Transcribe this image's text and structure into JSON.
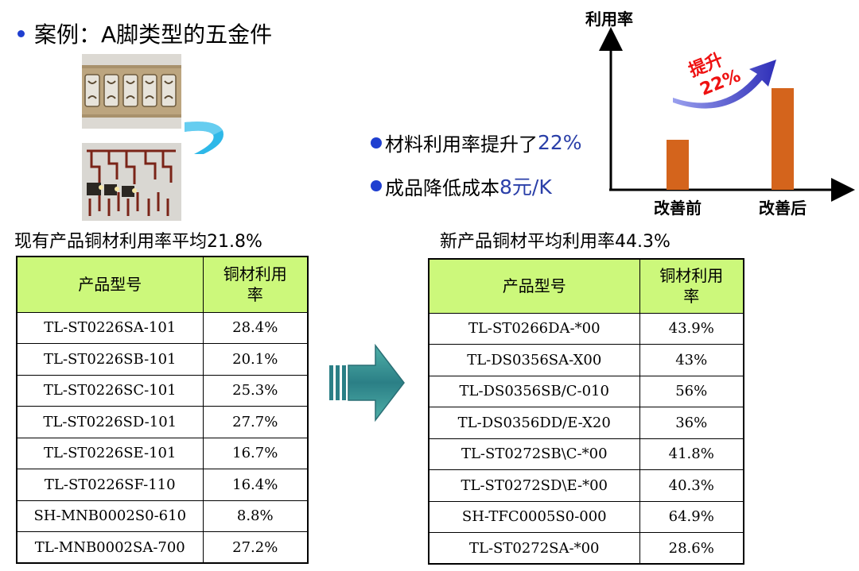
{
  "case": {
    "text": "案例：A脚类型的五金件"
  },
  "bullets": [
    {
      "text": "材料利用率提升了",
      "highlight": "22%"
    },
    {
      "text": "成品降低成本",
      "highlight": "8元/K"
    }
  ],
  "chart_data": {
    "type": "bar",
    "ylabel": "利用率",
    "categories": [
      "改善前",
      "改善后"
    ],
    "values": [
      21.8,
      44.3
    ],
    "annotation": {
      "line1": "提升",
      "line2": "22%"
    },
    "bar_color": "#d4641c",
    "arrow_color": "#3a3ac8"
  },
  "left_table": {
    "caption": "现有产品铜材利用率平均21.8%",
    "headers": [
      "产品型号",
      "铜材利用率"
    ],
    "rows": [
      [
        "TL-ST0226SA-101",
        "28.4%"
      ],
      [
        "TL-ST0226SB-101",
        "20.1%"
      ],
      [
        "TL-ST0226SC-101",
        "25.3%"
      ],
      [
        "TL-ST0226SD-101",
        "27.7%"
      ],
      [
        "TL-ST0226SE-101",
        "16.7%"
      ],
      [
        "TL-ST0226SF-110",
        "16.4%"
      ],
      [
        "SH-MNB0002S0-610",
        "8.8%"
      ],
      [
        "TL-MNB0002SA-700",
        "27.2%"
      ]
    ]
  },
  "right_table": {
    "caption": "新产品铜材平均利用率44.3%",
    "headers": [
      "产品型号",
      "铜材利用率"
    ],
    "rows": [
      [
        "TL-ST0266DA-*00",
        "43.9%"
      ],
      [
        "TL-DS0356SA-X00",
        "43%"
      ],
      [
        "TL-DS0356SB/C-010",
        "56%"
      ],
      [
        "TL-DS0356DD/E-X20",
        "36%"
      ],
      [
        "TL-ST0272SB\\C-*00",
        "41.8%"
      ],
      [
        "TL-ST0272SD\\E-*00",
        "40.3%"
      ],
      [
        "SH-TFC0005S0-000",
        "64.9%"
      ],
      [
        "TL-ST0272SA-*00",
        "28.6%"
      ]
    ]
  },
  "colors": {
    "header_fill": "#ccf87b",
    "bullet": "#1f3fd0",
    "highlight_text": "#2a3fa8",
    "swoosh": "#2eb8e8"
  }
}
